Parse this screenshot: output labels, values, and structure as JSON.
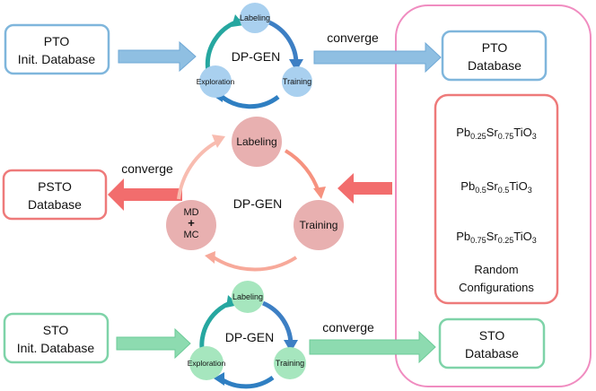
{
  "top": {
    "db_line1": "PTO",
    "db_line2": "Init. Database",
    "cycle_title": "DP-GEN",
    "node_labeling": "Labeling",
    "node_training": "Training",
    "node_exploration": "Exploration",
    "converge": "converge",
    "out_line1": "PTO",
    "out_line2": "Database"
  },
  "middle": {
    "out_line1": "PSTO",
    "out_line2": "Database",
    "converge": "converge",
    "cycle_title": "DP-GEN",
    "node_labeling": "Labeling",
    "node_training": "Training",
    "node_md_line1": "MD",
    "node_md_plus": "+",
    "node_md_line2": "MC"
  },
  "compositions": {
    "c1": {
      "el1": "Pb",
      "s1": "0.25",
      "el2": "Sr",
      "s2": "0.75",
      "el3": "TiO",
      "s3": "3"
    },
    "c2": {
      "el1": "Pb",
      "s1": "0.5",
      "el2": "Sr",
      "s2": "0.5",
      "el3": "TiO",
      "s3": "3"
    },
    "c3": {
      "el1": "Pb",
      "s1": "0.75",
      "el2": "Sr",
      "s2": "0.25",
      "el3": "TiO",
      "s3": "3"
    },
    "random_line1": "Random",
    "random_line2": "Configurations"
  },
  "bottom": {
    "db_line1": "STO",
    "db_line2": "Init. Database",
    "cycle_title": "DP-GEN",
    "node_labeling": "Labeling",
    "node_training": "Training",
    "node_exploration": "Exploration",
    "converge": "converge",
    "out_line1": "STO",
    "out_line2": "Database"
  },
  "colors": {
    "blue_border": "#7fb6dc",
    "blue_fill": "#a9d0ef",
    "blue_arrow": "#8fbfe2",
    "red_border": "#ee7a7a",
    "red_node": "#e8b0b0",
    "red_arrow": "#f26d6d",
    "green_border": "#7ed3a8",
    "green_fill": "#a6e6be",
    "green_arrow": "#8ddbb0",
    "pink_frame": "#f08cc0",
    "teal": "#2a9aa6",
    "navy": "#2a6fb8"
  }
}
